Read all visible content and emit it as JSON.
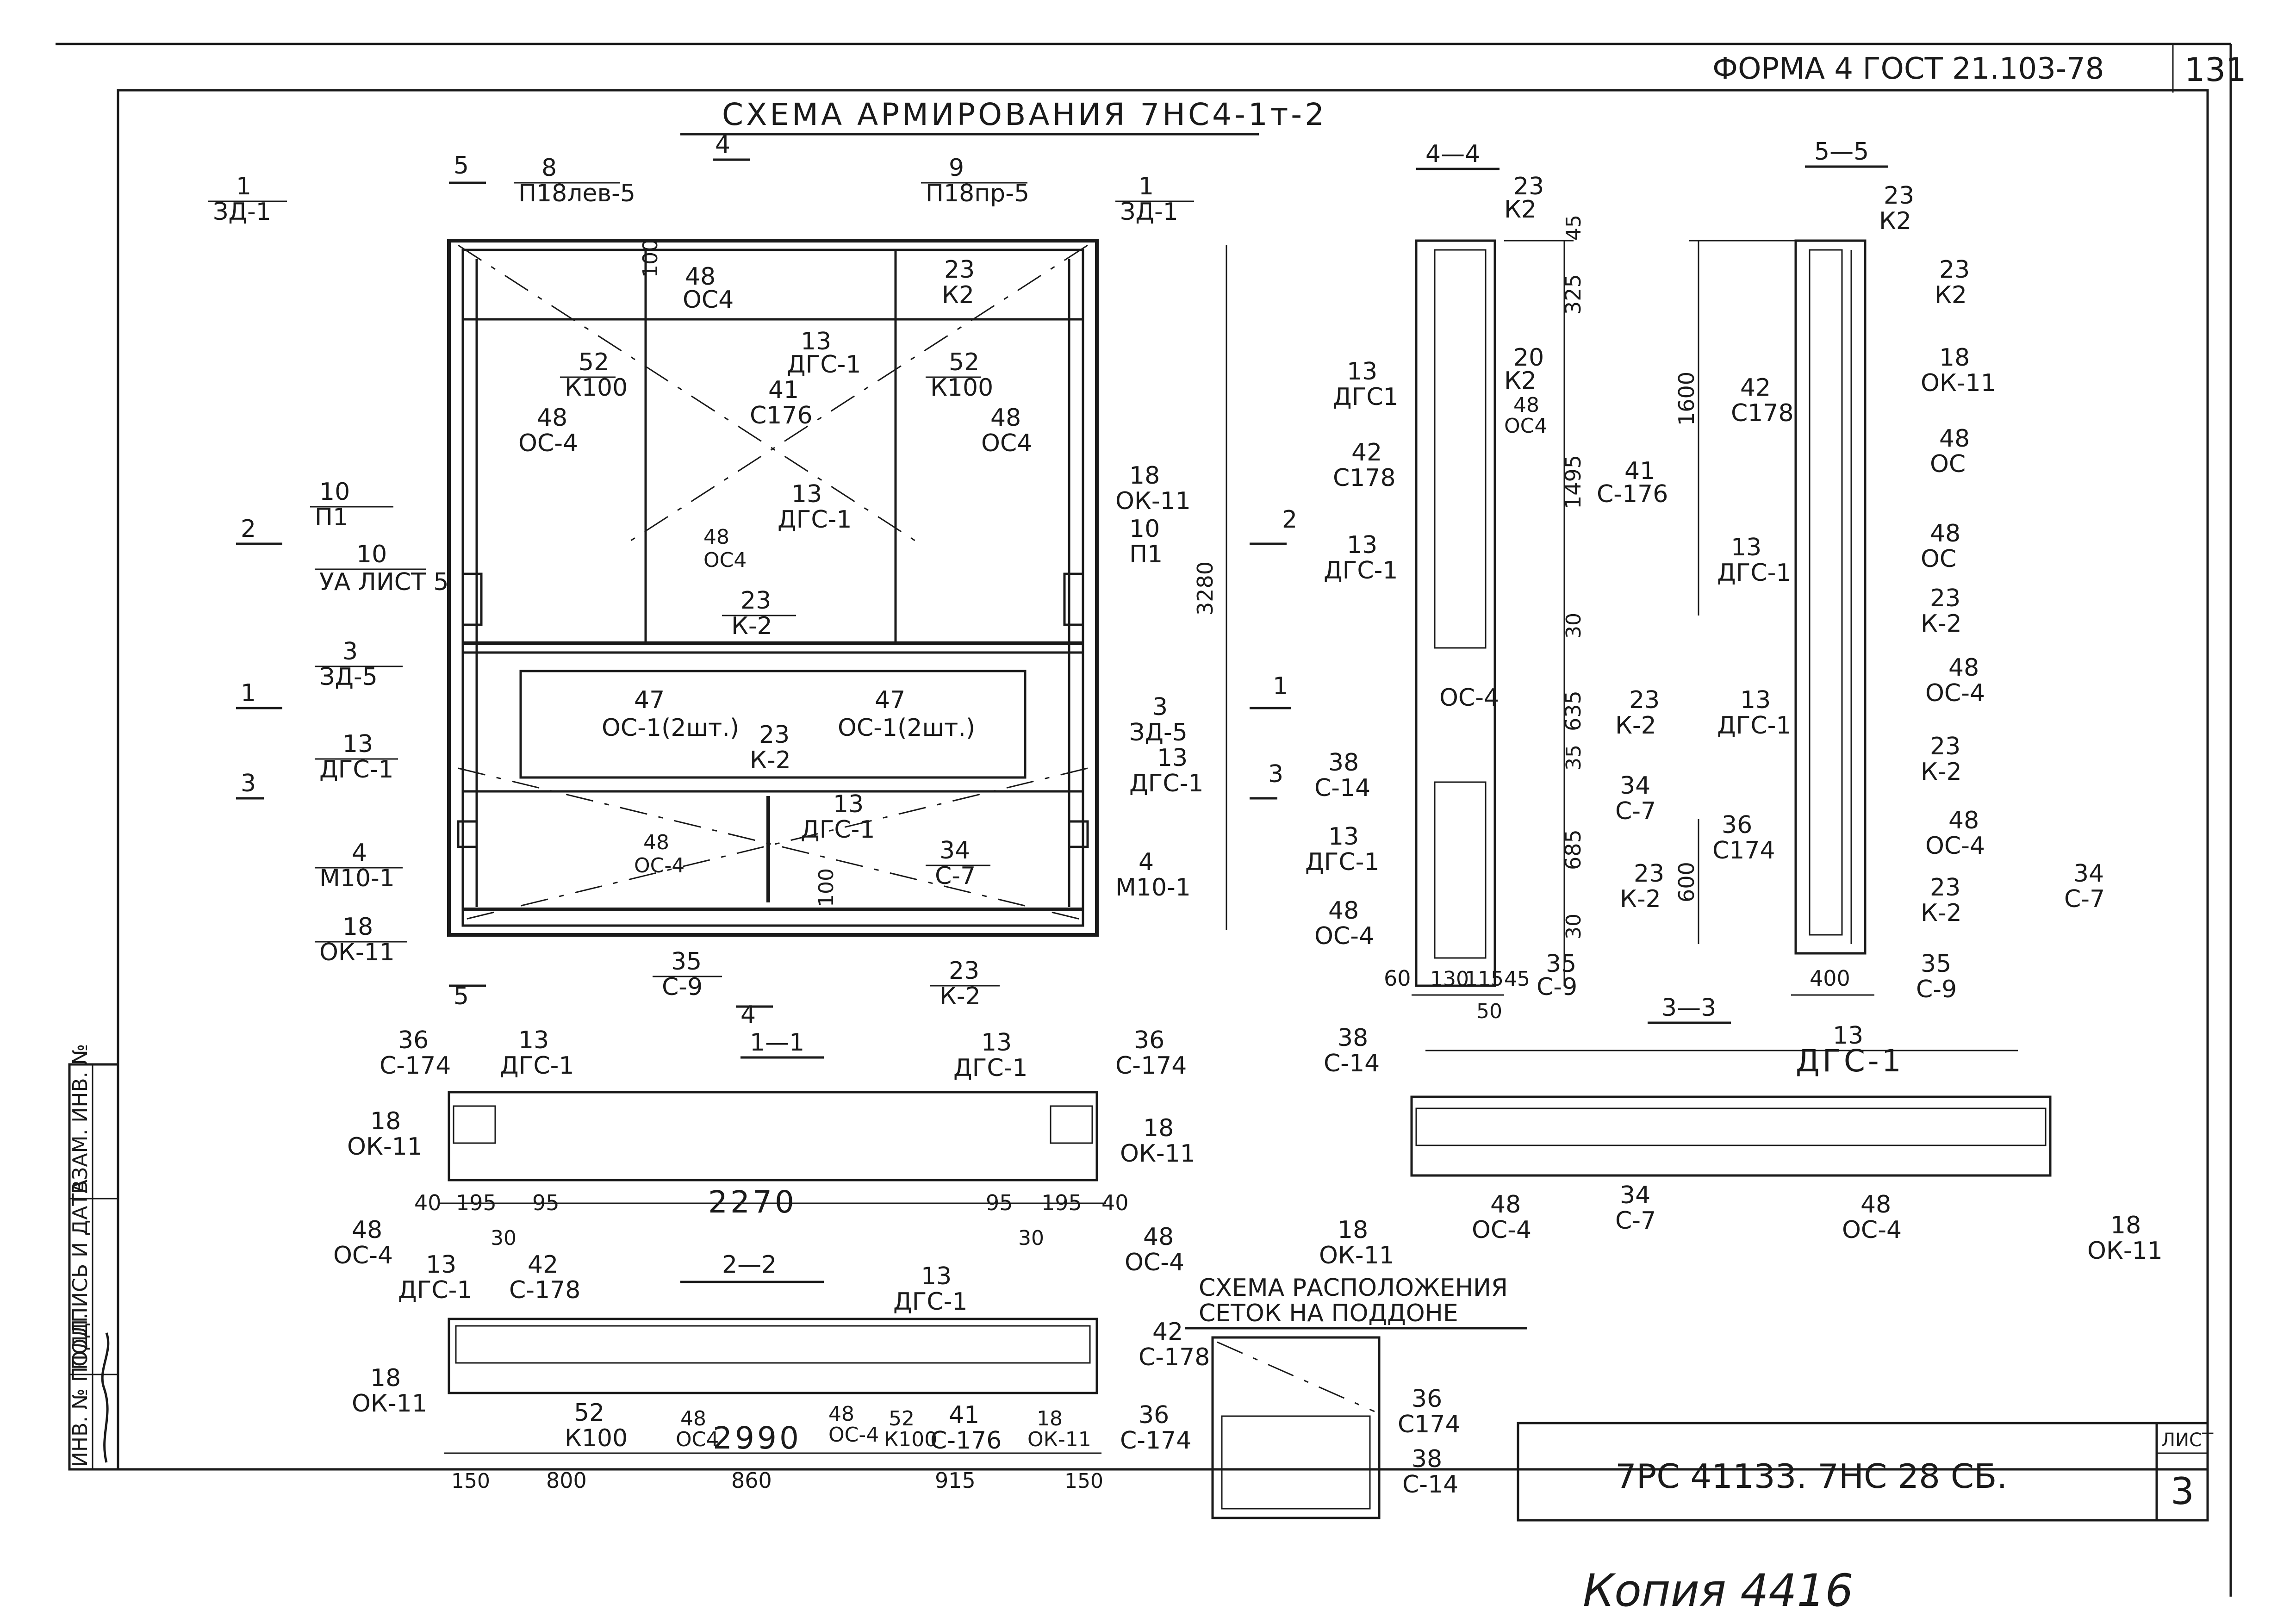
{
  "header": {
    "form": "ФОРМА 4 ГОСТ 21.103-78",
    "sheet_number": "131"
  },
  "title": "СХЕМА АРМИРОВАНИЯ 7НС4-1т-2",
  "sections": {
    "s44": "4—4",
    "s55": "5—5",
    "s11": "1—1",
    "s22": "2—2",
    "s33": "3—3",
    "mesh": [
      "СХЕМА РАСПОЛОЖЕНИЯ",
      "СЕТОК НА ПОДДОНЕ"
    ]
  },
  "elevation_labels": {
    "l1": [
      "1",
      "ЗД-1"
    ],
    "l8": [
      "8",
      "П18лев-5"
    ],
    "l9": [
      "9",
      "П18пр-5"
    ],
    "l1r": [
      "1",
      "ЗД-1"
    ],
    "l48a": [
      "48",
      "ОС4"
    ],
    "l13a": [
      "13",
      "ДГС-1"
    ],
    "l23a": [
      "23",
      "К2"
    ],
    "l52a": [
      "52",
      "К100"
    ],
    "l41": [
      "41",
      "С176"
    ],
    "l52b": [
      "52",
      "К100"
    ],
    "l48b": [
      "48",
      "ОС-4"
    ],
    "l48c": [
      "48",
      "ОС4"
    ],
    "l10a": [
      "10",
      "П1"
    ],
    "l10b": [
      "10",
      "УА ЛИСТ 5"
    ],
    "l13b": [
      "13",
      "ДГС-1"
    ],
    "l48d": [
      "48",
      "ОС4"
    ],
    "l18a": [
      "18",
      "ОК-11"
    ],
    "l10c": [
      "10",
      "П1"
    ],
    "l23b": [
      "23",
      "К-2"
    ],
    "l3a": [
      "3",
      "ЗД-5"
    ],
    "l47a": [
      "47",
      "ОС-1(2шт.)"
    ],
    "l47b": [
      "47",
      "ОС-1(2шт.)"
    ],
    "l3b": [
      "3",
      "ЗД-5"
    ],
    "l23c": [
      "23",
      "К-2"
    ],
    "l13c": [
      "13",
      "ДГС-1"
    ],
    "l13d": [
      "13",
      "ДГС-1"
    ],
    "l13e": [
      "13",
      "ДГС-1"
    ],
    "l4a": [
      "4",
      "М10-1"
    ],
    "l48e": [
      "48",
      "ОС-4"
    ],
    "l34a": [
      "34",
      "С-7"
    ],
    "l4b": [
      "4",
      "М10-1"
    ],
    "l18b": [
      "18",
      "ОК-11"
    ],
    "l35a": [
      "35",
      "С-9"
    ],
    "l23d": [
      "23",
      "К-2"
    ],
    "d100a": "100",
    "d100b": "100",
    "d3280": "3280",
    "cut2": "2",
    "cut1": "1",
    "cut3": "3",
    "cut5a": "5",
    "cut5b": "5",
    "cut4a": "4",
    "cut4b": "4"
  },
  "section44": {
    "l23": [
      "23",
      "К2"
    ],
    "l13a": [
      "13",
      "ДГС1"
    ],
    "l20": [
      "20",
      "К2"
    ],
    "l48a": [
      "48",
      "ОС4"
    ],
    "l42": [
      "42",
      "С178"
    ],
    "l41": [
      "41",
      "С-176"
    ],
    "l13b": [
      "13",
      "ДГС-1"
    ],
    "oc4": "ОС-4",
    "l23b": [
      "23",
      "К-2"
    ],
    "l38": [
      "38",
      "С-14"
    ],
    "l34": [
      "34",
      "С-7"
    ],
    "l13c": [
      "13",
      "ДГС-1"
    ],
    "l23c": [
      "23",
      "К-2"
    ],
    "l48b": [
      "48",
      "ОС-4"
    ],
    "l35": [
      "35",
      "С-9"
    ],
    "dims_v": [
      "45",
      "325",
      "1495",
      "30",
      "635",
      "35",
      "685",
      "30"
    ],
    "dims_h": [
      "60",
      "130",
      "115",
      "45",
      "50"
    ],
    "cut2": "2",
    "cut1": "1",
    "cut3": "3"
  },
  "section55": {
    "l23a": [
      "23",
      "К2"
    ],
    "l23b": [
      "23",
      "К2"
    ],
    "l18": [
      "18",
      "ОК-11"
    ],
    "l42": [
      "42",
      "С178"
    ],
    "l48a": [
      "48",
      "ОС"
    ],
    "l13a": [
      "13",
      "ДГС-1"
    ],
    "l48b": [
      "48",
      "ОС"
    ],
    "l23c": [
      "23",
      "К-2"
    ],
    "l13b": [
      "13",
      "ДГС-1"
    ],
    "l48c": [
      "48",
      "ОС-4"
    ],
    "l23d": [
      "23",
      "К-2"
    ],
    "l36": [
      "36",
      "С174"
    ],
    "l48d": [
      "48",
      "ОС-4"
    ],
    "l34": [
      "34",
      "С-7"
    ],
    "l23e": [
      "23",
      "К-2"
    ],
    "l35": [
      "35",
      "С-9"
    ],
    "d1600": "1600",
    "d600": "600",
    "d400": "400"
  },
  "section11": {
    "l36a": [
      "36",
      "С-174"
    ],
    "l13a": [
      "13",
      "ДГС-1"
    ],
    "l13b": [
      "13",
      "ДГС-1"
    ],
    "l36b": [
      "36",
      "С-174"
    ],
    "l18a": [
      "18",
      "ОК-11"
    ],
    "l18b": [
      "18",
      "ОК-11"
    ],
    "l48a": [
      "48",
      "ОС-4"
    ],
    "l48b": [
      "48",
      "ОС-4"
    ],
    "dims": [
      "40",
      "195",
      "95",
      "2270",
      "95",
      "195",
      "40"
    ],
    "d30a": "30",
    "d30b": "30"
  },
  "section22": {
    "l13a": [
      "13",
      "ДГС-1"
    ],
    "l42": [
      "42",
      "С-178"
    ],
    "l13b": [
      "13",
      "ДГС-1"
    ],
    "l18a": [
      "18",
      "ОК-11"
    ],
    "l52": [
      "52",
      "К100"
    ],
    "l48a": [
      "48",
      "ОС4"
    ],
    "l48b": [
      "48",
      "ОС-4"
    ],
    "l52b": [
      "52",
      "К100"
    ],
    "l41": [
      "41",
      "С-176"
    ],
    "l18b": [
      "18",
      "ОК-11"
    ],
    "d2990": "2990",
    "dims": [
      "150",
      "800",
      "860",
      "915",
      "150"
    ]
  },
  "section33": {
    "l38": [
      "38",
      "С-14"
    ],
    "l13": [
      "13",
      "ДГС-1"
    ],
    "l48a": [
      "48",
      "ОС-4"
    ],
    "l34": [
      "34",
      "С-7"
    ],
    "l48b": [
      "48",
      "ОС-4"
    ],
    "l18a": [
      "18",
      "ОК-11"
    ],
    "l18b": [
      "18",
      "ОК-11"
    ]
  },
  "mesh_scheme": {
    "l42": [
      "42",
      "С-178"
    ],
    "l36a": [
      "36",
      "С-174"
    ],
    "l36b": [
      "36",
      "С174"
    ],
    "l38": [
      "38",
      "С-14"
    ]
  },
  "stamp": {
    "code": "7РС 41133. 7НС 28 СБ.",
    "list_label": "ЛИСТ",
    "list_number": "3"
  },
  "side_columns": [
    "ИНВ. № ПОДЛ.",
    "ПОДПИСЬ И ДАТА",
    "ВЗАМ. ИНВ. №"
  ],
  "handwritten": "Копия 4416"
}
